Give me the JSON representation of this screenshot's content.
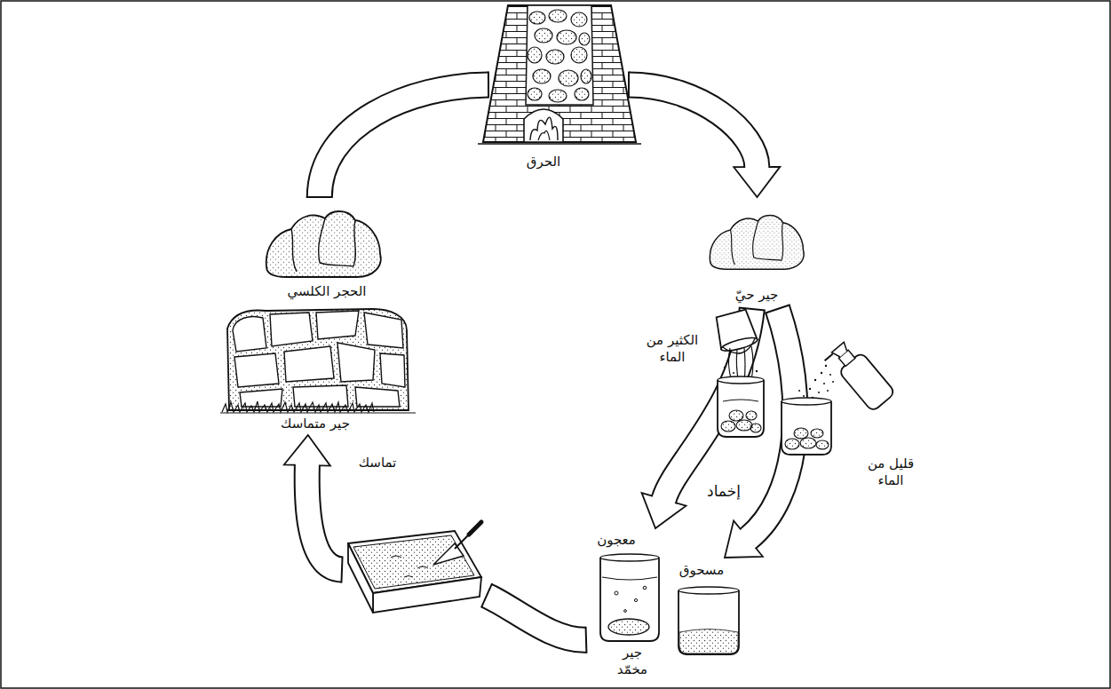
{
  "diagram": {
    "nodes": [
      {
        "text": [
          "الحرق"
        ]
      },
      {
        "text": [
          "جير حيّ"
        ]
      },
      {
        "text": [
          "معجون",
          "جير مخمّد"
        ]
      },
      {
        "text": [
          "مسحوق"
        ]
      },
      {
        "text": [
          "تماسك"
        ]
      },
      {
        "text": [
          "جير متماسك"
        ]
      },
      {
        "text": [
          "الحجر الكلسي"
        ]
      }
    ],
    "edges": [
      {
        "from": 6,
        "to": 0,
        "arrow": "none"
      },
      {
        "from": 0,
        "to": 1,
        "arrow": "to"
      },
      {
        "from": 1,
        "to": 2,
        "arrow": "to"
      },
      {
        "from": 1,
        "to": 3,
        "arrow": "to"
      },
      {
        "from": 2,
        "to": 4,
        "arrow": "none"
      },
      {
        "from": 4,
        "to": 5,
        "arrow": "to"
      }
    ],
    "labels": [
      "الكثير من الماء",
      "قليل من الماء",
      "إخماد"
    ]
  }
}
